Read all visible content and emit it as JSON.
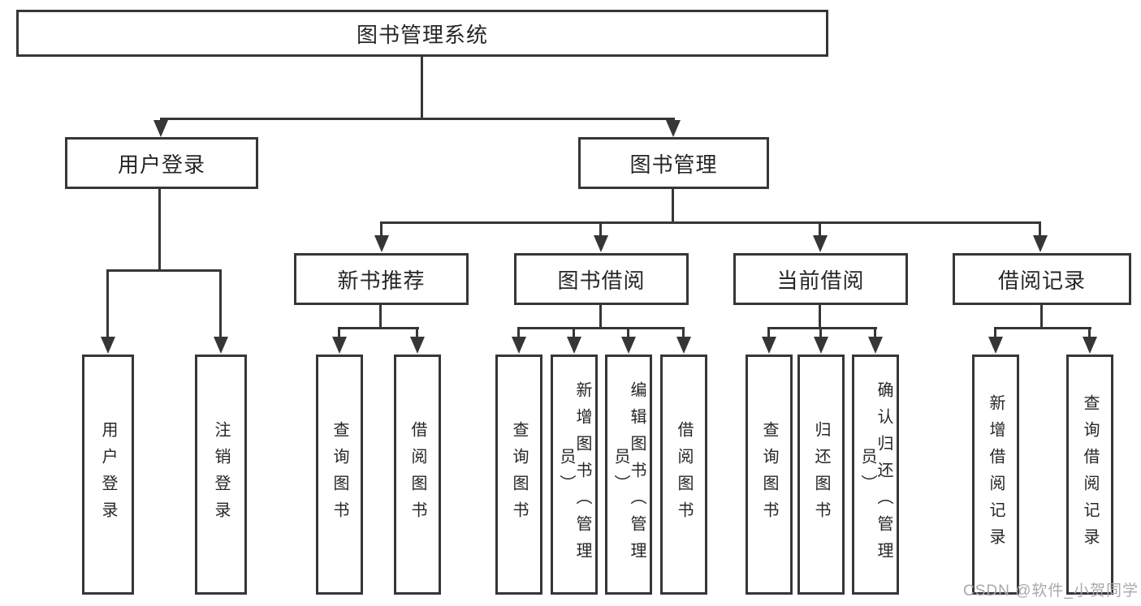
{
  "diagram": {
    "title": "图书管理系统",
    "line_color": "#363636",
    "text_color": "#262626",
    "background_color": "#ffffff",
    "level2": {
      "user_login": "用户登录",
      "book_mgmt": "图书管理"
    },
    "level3": {
      "new_books": "新书推荐",
      "borrowing": "图书借阅",
      "current": "当前借阅",
      "records": "借阅记录"
    },
    "leaves": {
      "user_login": [
        "用户登录",
        "注销登录"
      ],
      "new_books": [
        "查询图书",
        "借阅图书"
      ],
      "borrowing": [
        "查询图书",
        "新增图书（管理员）",
        "编辑图书（管理员）",
        "借阅图书"
      ],
      "current": [
        "查询图书",
        "归还图书",
        "确认归还（管理员）"
      ],
      "records": [
        "新增借阅记录",
        "查询借阅记录"
      ]
    }
  },
  "watermark": {
    "text": "CSDN @软件_小贺同学",
    "color": "#a9a9a9"
  }
}
